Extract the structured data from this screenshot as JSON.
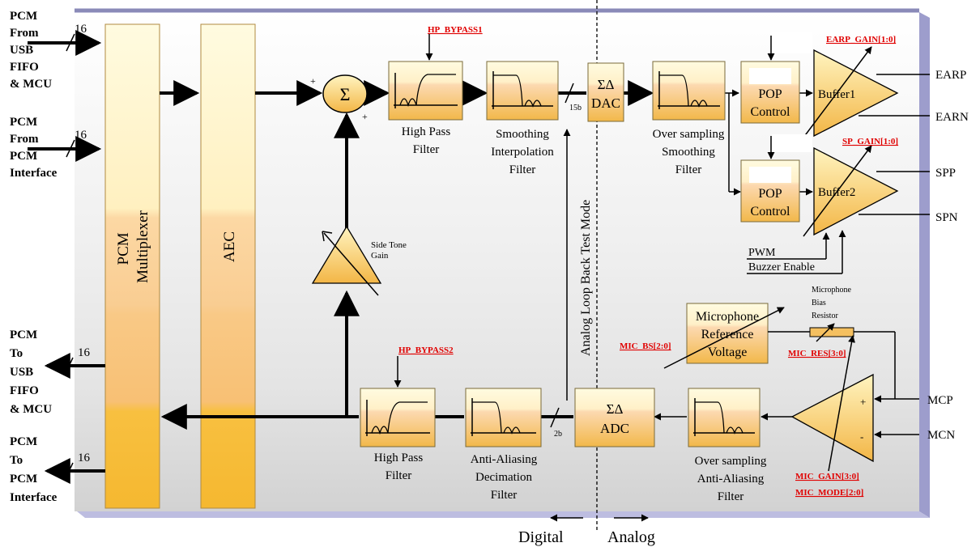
{
  "inputs": {
    "pcm_usb_in": [
      "PCM",
      "From",
      "USB",
      "FIFO",
      "& MCU"
    ],
    "pcm_if_in": [
      "PCM",
      "From",
      "PCM",
      "Interface"
    ],
    "pcm_usb_out": [
      "PCM",
      "To",
      "USB",
      "FIFO",
      "& MCU"
    ],
    "pcm_if_out": [
      "PCM",
      "To",
      "PCM",
      "Interface"
    ],
    "bus_width": "16"
  },
  "blocks": {
    "pcm_mux": [
      "PCM",
      "Multiplexer"
    ],
    "aec": "AEC",
    "sum": "Σ",
    "plus": "+",
    "minus": "+",
    "hpf1": [
      "High Pass",
      "Filter"
    ],
    "smooth_interp": [
      "Smoothing",
      "Interpolation",
      "Filter"
    ],
    "dac": [
      "ΣΔ",
      "DAC"
    ],
    "dac_width": "15b",
    "os_smooth": [
      "Over sampling",
      "Smoothing",
      "Filter"
    ],
    "pop1": [
      "POP",
      "Control"
    ],
    "buffer1": "Buffer1",
    "pop2": [
      "POP",
      "Control"
    ],
    "buffer2": "Buffer2",
    "side_tone": [
      "Side Tone",
      "Gain"
    ],
    "hpf2": [
      "High Pass",
      "Filter"
    ],
    "anti_alias_dec": [
      "Anti-Aliasing",
      "Decimation",
      "Filter"
    ],
    "adc": [
      "ΣΔ",
      "ADC"
    ],
    "adc_width": "2b",
    "os_anti_alias": [
      "Over sampling",
      "Anti-Aliasing",
      "Filter"
    ],
    "mic_ref": [
      "Microphone",
      "Reference",
      "Voltage"
    ],
    "mic_bias": [
      "Microphone",
      "Bias",
      "Resistor"
    ],
    "mic_plus": "+",
    "mic_minus": "-",
    "loopback": "Analog Loop Back Test Mode",
    "pwm": "PWM",
    "buzzer": "Buzzer Enable"
  },
  "controls": {
    "hp_bypass1": "HP_BYPASS1",
    "hp_bypass2": "HP_BYPASS2",
    "earp_gain": "EARP_GAIN[1:0]",
    "sp_gain": "SP_GAIN[1:0]",
    "mic_bs": "MIC_BS[2:0]",
    "mic_res": "MIC_RES[3:0]",
    "mic_gain": "MIC_GAIN[3:0]",
    "mic_mode": "MIC_MODE[2:0]"
  },
  "pins": {
    "earp": "EARP",
    "earn": "EARN",
    "spp": "SPP",
    "spn": "SPN",
    "mcp": "MCP",
    "mcn": "MCN"
  },
  "domains": {
    "digital": "Digital",
    "analog": "Analog"
  },
  "colors": {
    "block_top": "#fffbe0",
    "block_bottom": "#f2b84a",
    "panel": "#eaeaea",
    "panel_shadow": "#9d9dcc",
    "control_red": "#e00000"
  }
}
